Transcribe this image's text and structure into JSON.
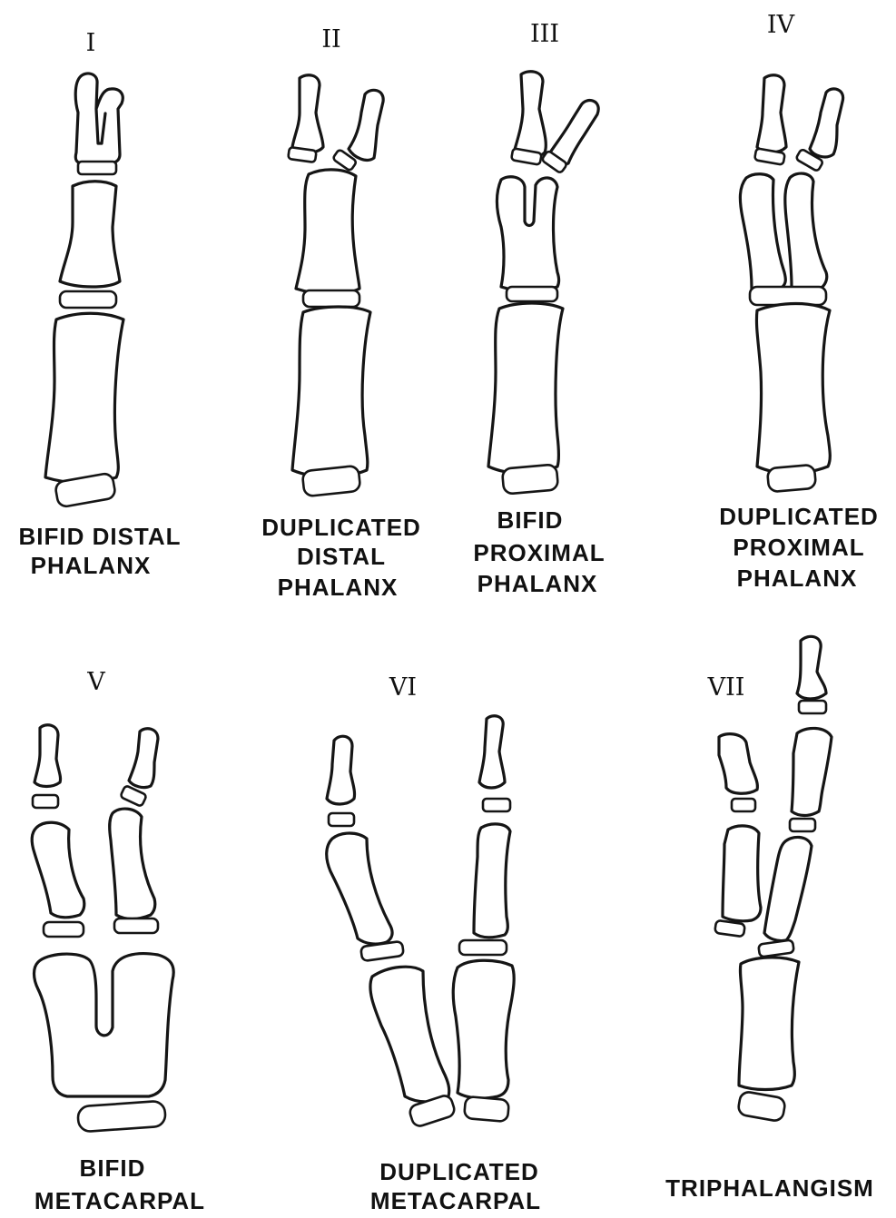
{
  "panels": [
    {
      "numeral": "I",
      "label_lines": [
        "BIFID DISTAL",
        "PHALANX"
      ]
    },
    {
      "numeral": "II",
      "label_lines": [
        "DUPLICATED",
        "DISTAL",
        "PHALANX"
      ]
    },
    {
      "numeral": "III",
      "label_lines": [
        "BIFID",
        "PROXIMAL",
        "PHALANX"
      ]
    },
    {
      "numeral": "IV",
      "label_lines": [
        "DUPLICATED",
        "PROXIMAL",
        "PHALANX"
      ]
    },
    {
      "numeral": "V",
      "label_lines": [
        "BIFID",
        "METACARPAL"
      ]
    },
    {
      "numeral": "VI",
      "label_lines": [
        "DUPLICATED",
        "METACARPAL"
      ]
    },
    {
      "numeral": "VII",
      "label_lines": [
        "TRIPHALANGISM"
      ]
    }
  ]
}
